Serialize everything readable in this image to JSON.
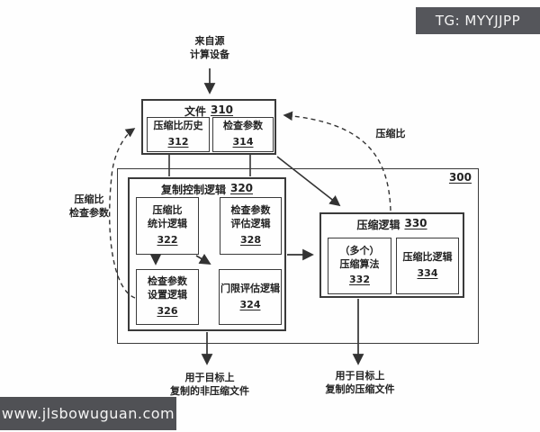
{
  "watermarks": {
    "tag": "TG: MYYJJPP",
    "url": "www.jlsbowuguan.com",
    "bg_color": "#55565b",
    "text_color": "#f4f4f4"
  },
  "labels": {
    "source": "来自源\n计算设备",
    "compression_ratio_right": "压缩比",
    "compression_ratio_params_left": "压缩比\n检查参数",
    "output_left": "用于目标上\n复制的非压缩文件",
    "output_right": "用于目标上\n复制的压缩文件"
  },
  "boxes": {
    "file": {
      "title": "文件",
      "num": "310"
    },
    "ratio_history": {
      "text": "压缩比历史",
      "num": "312"
    },
    "check_params": {
      "text": "检查参数",
      "num": "314"
    },
    "outer": {
      "num": "300"
    },
    "replication_control": {
      "title": "复制控制逻辑",
      "num": "320"
    },
    "ratio_stats": {
      "text": "压缩比\n统计逻辑",
      "num": "322"
    },
    "param_eval": {
      "text": "检查参数\n评估逻辑",
      "num": "328"
    },
    "param_set": {
      "text": "检查参数\n设置逻辑",
      "num": "326"
    },
    "threshold_eval": {
      "text": "门限评估逻辑",
      "num": "324"
    },
    "compression_logic": {
      "title": "压缩逻辑",
      "num": "330"
    },
    "algorithms": {
      "text": "（多个）\n压缩算法",
      "num": "332"
    },
    "ratio_logic": {
      "text": "压缩比逻辑",
      "num": "334"
    }
  },
  "colors": {
    "line": "#333333",
    "background": "#fefefe"
  }
}
